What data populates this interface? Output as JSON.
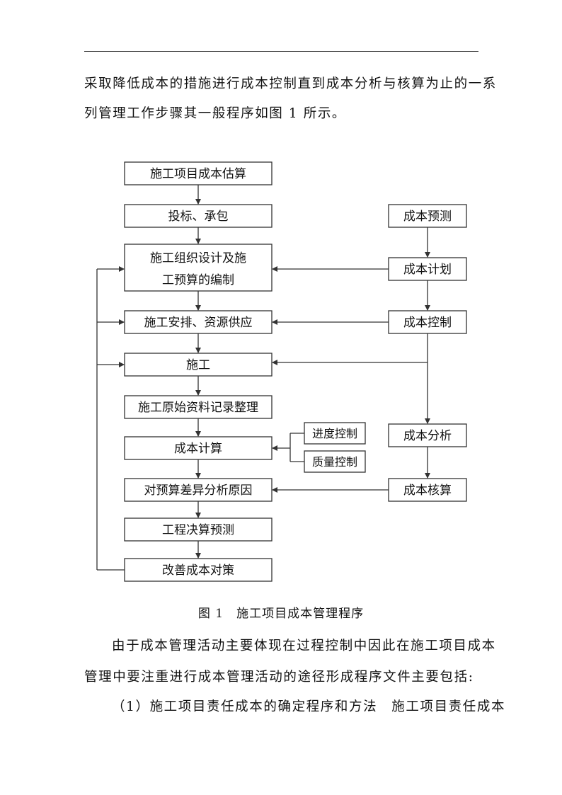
{
  "text": {
    "line1": "采取降低成本的措施进行成本控制直到成本分析与核算为止的一系",
    "line2": "列管理工作步骤其一般程序如图 1 所示。",
    "line3": "由于成本管理活动主要体现在过程控制中因此在施工项目成本",
    "line4": "管理中要注重进行成本管理活动的途径形成程序文件主要包括:",
    "line5": "（1）施工项目责任成本的确定程序和方法　施工项目责任成本"
  },
  "figure": {
    "caption_number": "图 1",
    "caption_title": "施工项目成本管理程序",
    "main_steps": [
      "施工项目成本估算",
      "投标、承包",
      "施工组织设计及施",
      "工预算的编制",
      "施工安排、资源供应",
      "施工",
      "施工原始资料记录整理",
      "成本计算",
      "对预算差异分析原因",
      "工程决算预测",
      "改善成本对策"
    ],
    "right_steps": [
      "成本预测",
      "成本计划",
      "成本控制",
      "成本分析",
      "成本核算"
    ],
    "middle_steps": [
      "进度控制",
      "质量控制"
    ]
  }
}
